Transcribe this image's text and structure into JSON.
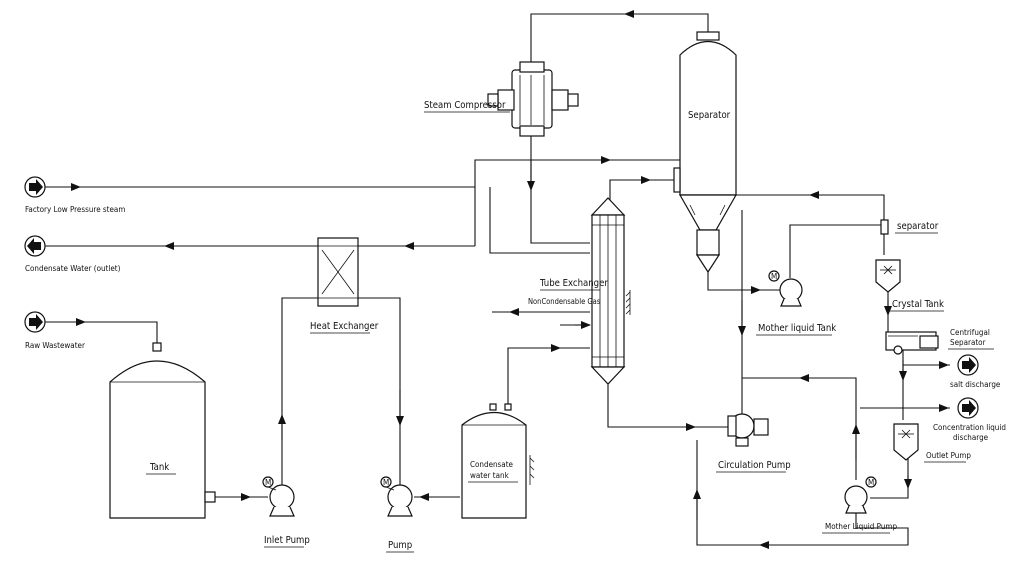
{
  "labels": {
    "steam_compressor": "Steam Compressor",
    "separator": "Separator",
    "factory_steam": "Factory Low Pressure steam",
    "condensate_outlet": "Condensate Water (outlet)",
    "raw_wastewater": "Raw Wastewater",
    "heat_exchanger": "Heat Exchanger",
    "tube_exchanger": "Tube Exchanger",
    "noncondensable_gas": "NonCondensable Gas",
    "tank": "Tank",
    "inlet_pump": "Inlet Pump",
    "pump": "Pump",
    "condensate_tank_line1": "Condensate",
    "condensate_tank_line2": "water tank",
    "circulation_pump": "Circulation Pump",
    "mother_liquid_tank": "Mother liquid Tank",
    "mother_liquid_pump": "Mother Liquid Pump",
    "separator_small": "separator",
    "crystal_tank": "Crystal Tank",
    "centrifugal_line1": "Centrifugal",
    "centrifugal_line2": "Separator",
    "salt_discharge": "salt discharge",
    "concentration_line1": "Concentration liquid",
    "concentration_line2": "discharge",
    "outlet_pump": "Outlet Pump",
    "motor_symbol": "M"
  }
}
